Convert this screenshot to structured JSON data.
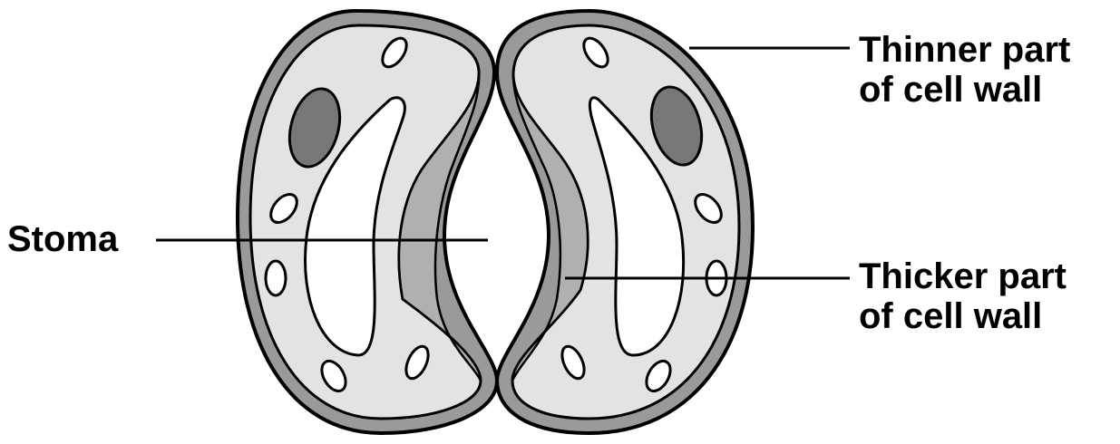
{
  "diagram": {
    "labels": {
      "stoma": "Stoma",
      "thinner_wall": {
        "line1": "Thinner part",
        "line2": "of cell wall"
      },
      "thicker_wall": {
        "line1": "Thicker part",
        "line2": "of cell wall"
      }
    },
    "colors": {
      "outline": "#000000",
      "wall_outer": "#9a9a9a",
      "wall_inner_thick": "#b0b0b0",
      "cytoplasm": "#e3e3e3",
      "vacuole": "#ffffff",
      "nucleus": "#777777",
      "background": "#ffffff"
    }
  }
}
